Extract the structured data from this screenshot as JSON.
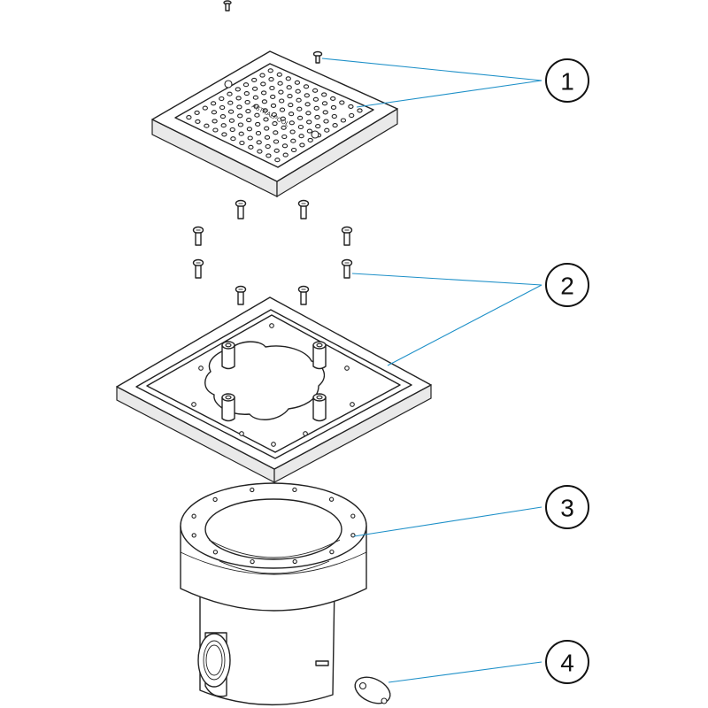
{
  "diagram": {
    "callouts": [
      {
        "number": "1"
      },
      {
        "number": "2"
      },
      {
        "number": "3"
      },
      {
        "number": "4"
      }
    ],
    "grate_marking": "ASTRALPOOL",
    "colors": {
      "leader": "#1e90c8",
      "outline": "#222222",
      "shade": "#e9e9e9"
    }
  }
}
